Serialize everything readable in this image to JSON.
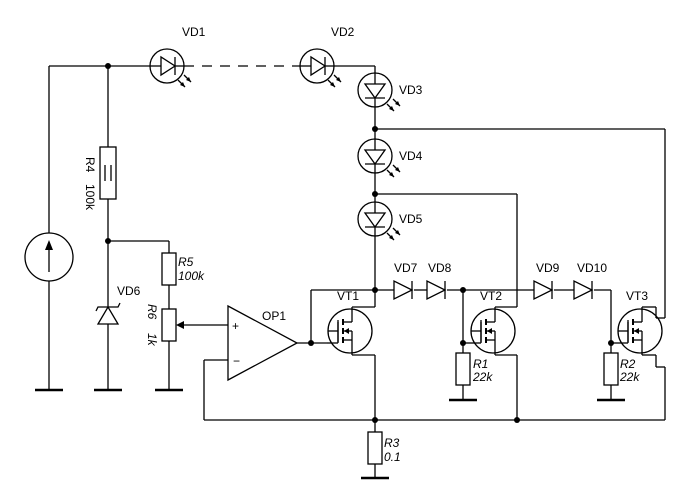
{
  "components": {
    "vd1": {
      "ref": "VD1"
    },
    "vd2": {
      "ref": "VD2"
    },
    "vd3": {
      "ref": "VD3"
    },
    "vd4": {
      "ref": "VD4"
    },
    "vd5": {
      "ref": "VD5"
    },
    "vd6": {
      "ref": "VD6"
    },
    "vd7": {
      "ref": "VD7"
    },
    "vd8": {
      "ref": "VD8"
    },
    "vd9": {
      "ref": "VD9"
    },
    "vd10": {
      "ref": "VD10"
    },
    "vt1": {
      "ref": "VT1"
    },
    "vt2": {
      "ref": "VT2"
    },
    "vt3": {
      "ref": "VT3"
    },
    "op1": {
      "ref": "OP1",
      "plus": "+",
      "minus": "−"
    },
    "r1": {
      "ref": "R1",
      "value": "22k"
    },
    "r2": {
      "ref": "R2",
      "value": "22k"
    },
    "r3": {
      "ref": "R3",
      "value": "0.1"
    },
    "r4": {
      "ref": "R4",
      "value": "100k"
    },
    "r5": {
      "ref": "R5",
      "value": "100k"
    },
    "r6": {
      "ref": "R6",
      "value": "1k"
    }
  }
}
